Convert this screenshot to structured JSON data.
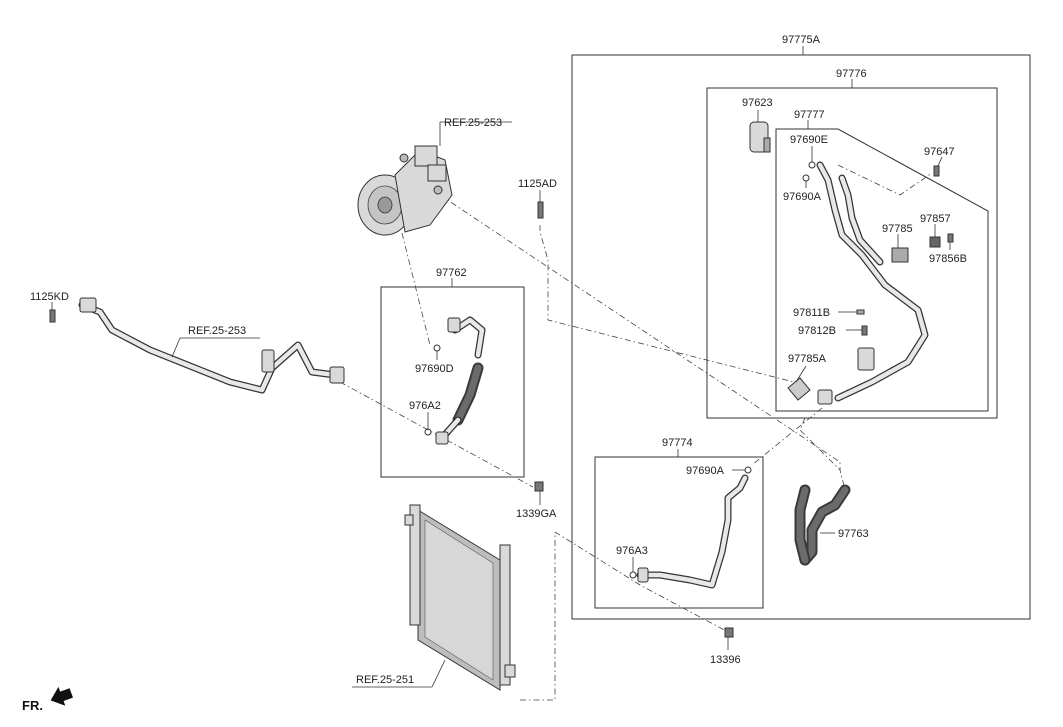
{
  "labels": {
    "l97775A": "97775A",
    "l97776": "97776",
    "l97623": "97623",
    "l97777": "97777",
    "l97690E": "97690E",
    "l97647": "97647",
    "l97690A_top": "97690A",
    "l97857": "97857",
    "l97785": "97785",
    "l97856B": "97856B",
    "l97811B": "97811B",
    "l97812B": "97812B",
    "l97785A": "97785A",
    "ref25253_top": "REF.25-253",
    "l1125AD": "1125AD",
    "l97762": "97762",
    "l97690D": "97690D",
    "l976A2": "976A2",
    "l1125KD": "1125KD",
    "ref25253_left": "REF.25-253",
    "l1339GA": "1339GA",
    "l97774": "97774",
    "l97690A_low": "97690A",
    "l976A3": "976A3",
    "l97763": "97763",
    "l13396": "13396",
    "ref25251": "REF.25-251",
    "fr": "FR."
  }
}
